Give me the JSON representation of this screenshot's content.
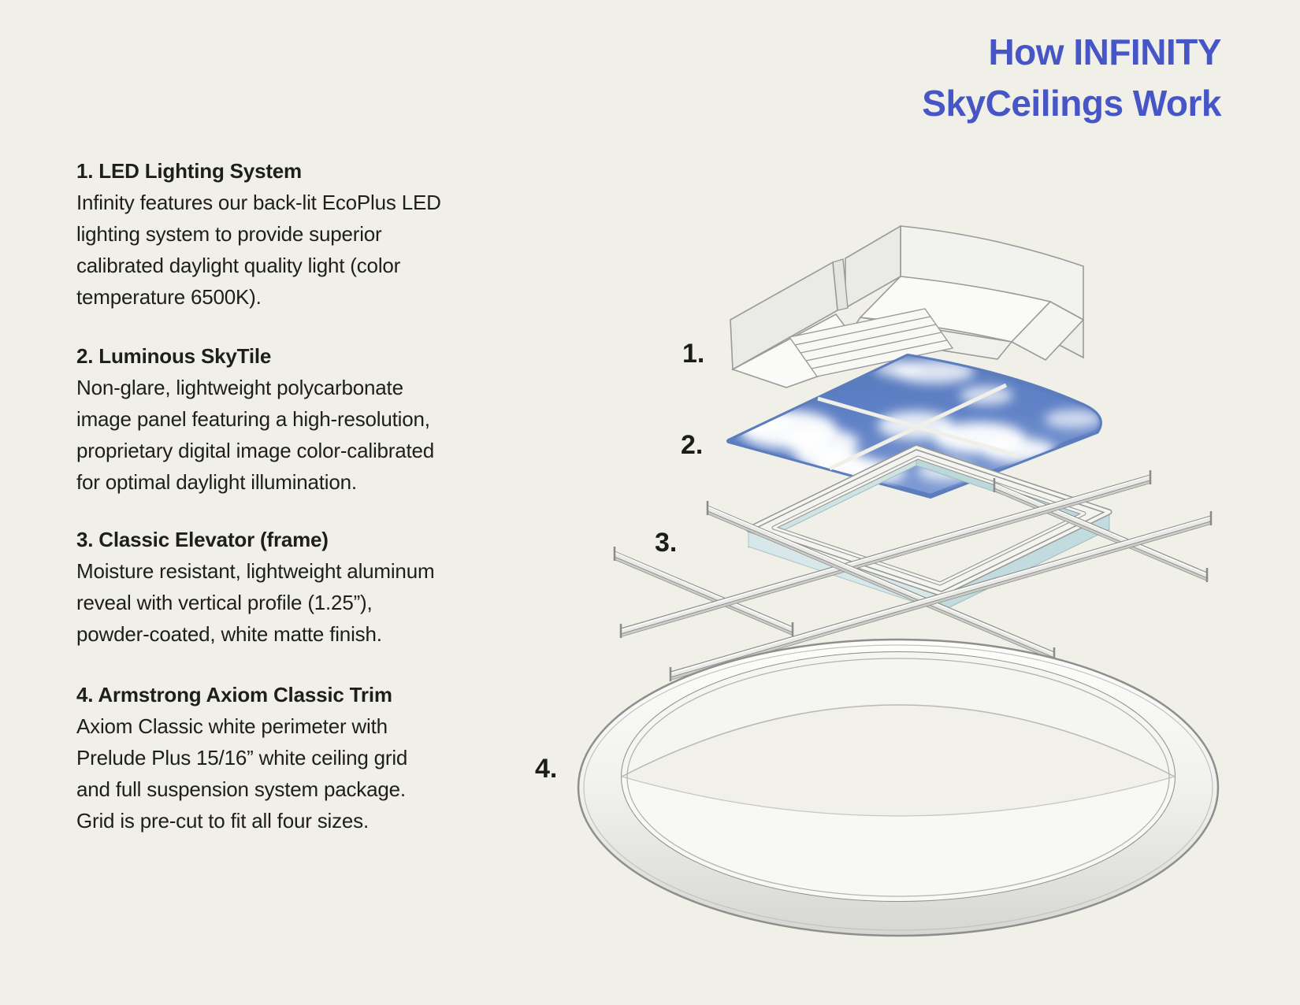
{
  "title": {
    "lines": [
      "How INFINITY",
      "SkyCeilings Work"
    ]
  },
  "sections": [
    {
      "heading": "1. LED Lighting System",
      "lines": [
        "Infinity features our back-lit EcoPlus LED",
        "lighting system to provide superior",
        "calibrated daylight quality light (color",
        "temperature 6500K)."
      ]
    },
    {
      "heading": "2. Luminous SkyTile",
      "lines": [
        "Non-glare, lightweight polycarbonate",
        "image panel featuring a high-resolution,",
        "proprietary digital image color-calibrated",
        "for optimal daylight illumination."
      ]
    },
    {
      "heading": "3. Classic Elevator (frame)",
      "lines": [
        "Moisture resistant, lightweight aluminum",
        "reveal with vertical profile (1.25”),",
        "powder-coated, white matte finish."
      ]
    },
    {
      "heading": "4. Armstrong Axiom Classic Trim",
      "lines": [
        "Axiom Classic white perimeter with",
        "Prelude Plus 15/16” white ceiling grid",
        "and full suspension system package.",
        "Grid is pre-cut to fit all four sizes."
      ]
    }
  ],
  "diagram": {
    "labels": [
      "1.",
      "2.",
      "3.",
      "4."
    ],
    "layers": [
      "LED lighting unit",
      "Luminous SkyTile panels",
      "Classic Elevator frame with suspension grid",
      "Axiom Classic circular trim ring"
    ]
  },
  "colors": {
    "background": "#f0efe8",
    "title_blue": "#4656c6",
    "text": "#1e1e1c",
    "sky_blue": "#6082c4",
    "frame_teal": "#c2dbde",
    "metal_gray": "#9a9a98"
  }
}
